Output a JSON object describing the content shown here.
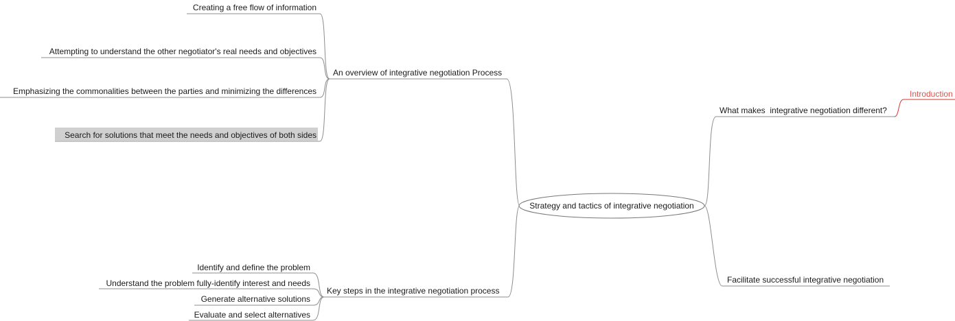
{
  "mindmap": {
    "center": {
      "label": "Strategy and tactics of integrative negotiation"
    },
    "left": [
      {
        "label": "An overview of integrative negotiation Process",
        "children": [
          {
            "label": "Creating a free flow of information"
          },
          {
            "label": "Attempting to understand the other negotiator's real needs and objectives"
          },
          {
            "label": "Emphasizing the commonalities between the parties and minimizing the differences"
          },
          {
            "label": "Search for solutions that meet the needs and objectives of both sides",
            "selected": true
          }
        ]
      },
      {
        "label": "Key steps in the integrative negotiation process",
        "children": [
          {
            "label": "Identify and define the problem"
          },
          {
            "label": "Understand the problem fully-identify interest and needs"
          },
          {
            "label": "Generate alternative solutions"
          },
          {
            "label": "Evaluate and select alternatives"
          }
        ]
      }
    ],
    "right": [
      {
        "label": "What makes  integrative negotiation different?",
        "children": [
          {
            "label": "Introduction",
            "accent": true
          }
        ]
      },
      {
        "label": "Facilitate successful integrative negotiation",
        "children": []
      }
    ]
  },
  "colors": {
    "edge": "#8c8c8c",
    "accent": "#d9342b",
    "accent_text": "#d9534f",
    "selection": "#d0d0d0"
  }
}
